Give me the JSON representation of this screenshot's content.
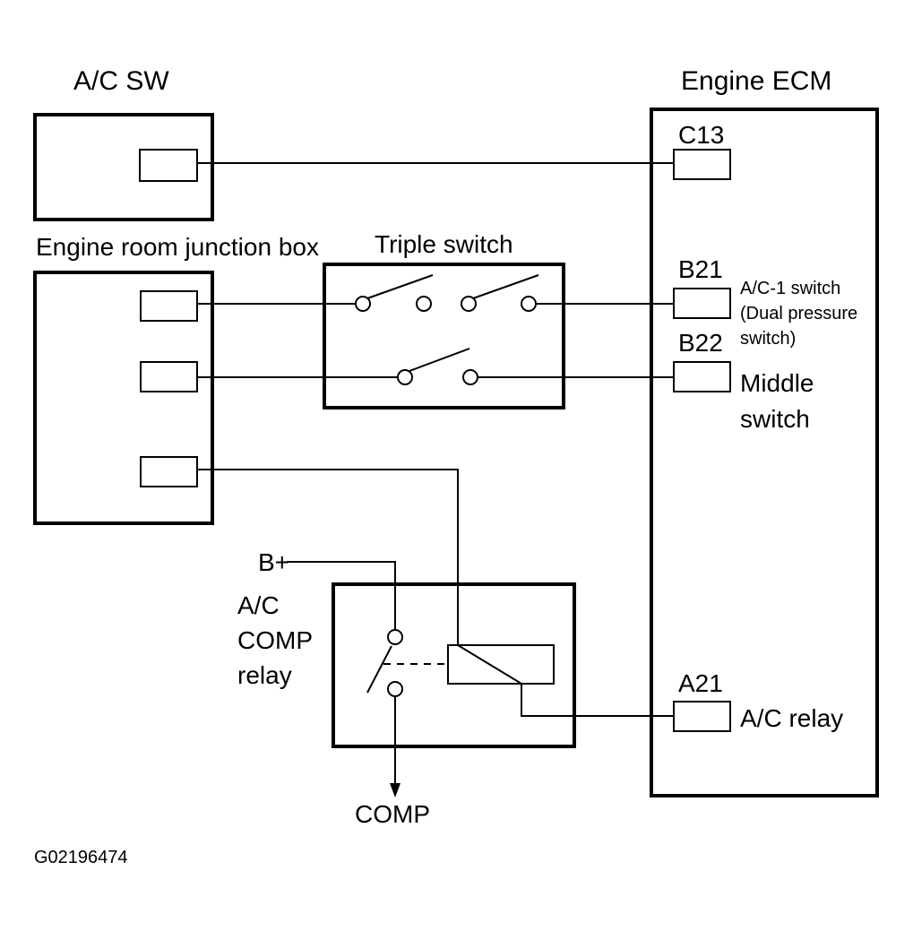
{
  "components": {
    "ac_sw": {
      "label": "A/C SW"
    },
    "engine_ecm": {
      "label": "Engine ECM"
    },
    "junction_box": {
      "label": "Engine room junction box"
    },
    "triple_switch": {
      "label": "Triple switch"
    },
    "comp_relay": {
      "label_lines": [
        "A/C",
        "COMP",
        "relay"
      ]
    }
  },
  "ecm_pins": {
    "c13": {
      "code": "C13"
    },
    "b21": {
      "code": "B21",
      "desc_lines": [
        "A/C-1 switch",
        "(Dual pressure",
        "switch)"
      ]
    },
    "b22": {
      "code": "B22",
      "desc_lines": [
        "Middle",
        "switch"
      ]
    },
    "a21": {
      "code": "A21",
      "desc": "A/C relay"
    }
  },
  "terminals": {
    "battery": "B+",
    "compressor": "COMP"
  },
  "figure_id": "G02196474",
  "colors": {
    "ink": "#000000",
    "paper": "#ffffff"
  }
}
